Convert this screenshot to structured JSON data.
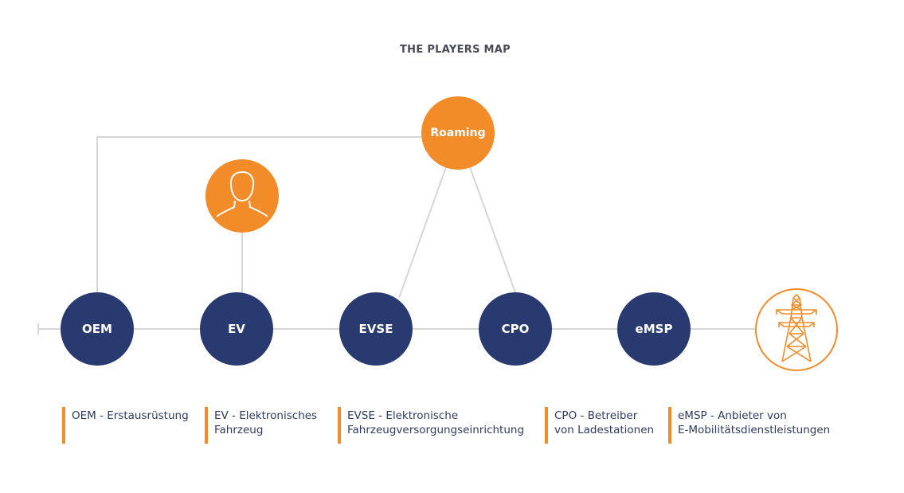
{
  "title": "THE PLAYERS MAP",
  "nodes": {
    "roaming": "Roaming",
    "oem": "OEM",
    "ev": "EV",
    "evse": "EVSE",
    "cpo": "CPO",
    "emsp": "eMSP"
  },
  "icons": {
    "user": "user-icon",
    "pylon": "power-pylon-icon"
  },
  "colors": {
    "navy": "#283a6f",
    "orange": "#f28c28",
    "line": "#d6d6d9"
  },
  "legend": [
    {
      "line1": "OEM - Erstausrüstung",
      "line2": ""
    },
    {
      "line1": "EV - Elektronisches",
      "line2": "Fahrzeug"
    },
    {
      "line1": "EVSE - Elektronische",
      "line2": "Fahrzeugversorgungseinrichtung"
    },
    {
      "line1": "CPO - Betreiber",
      "line2": "von Ladestationen"
    },
    {
      "line1": "eMSP - Anbieter von",
      "line2": "E-Mobilitätsdienstleistungen"
    }
  ]
}
